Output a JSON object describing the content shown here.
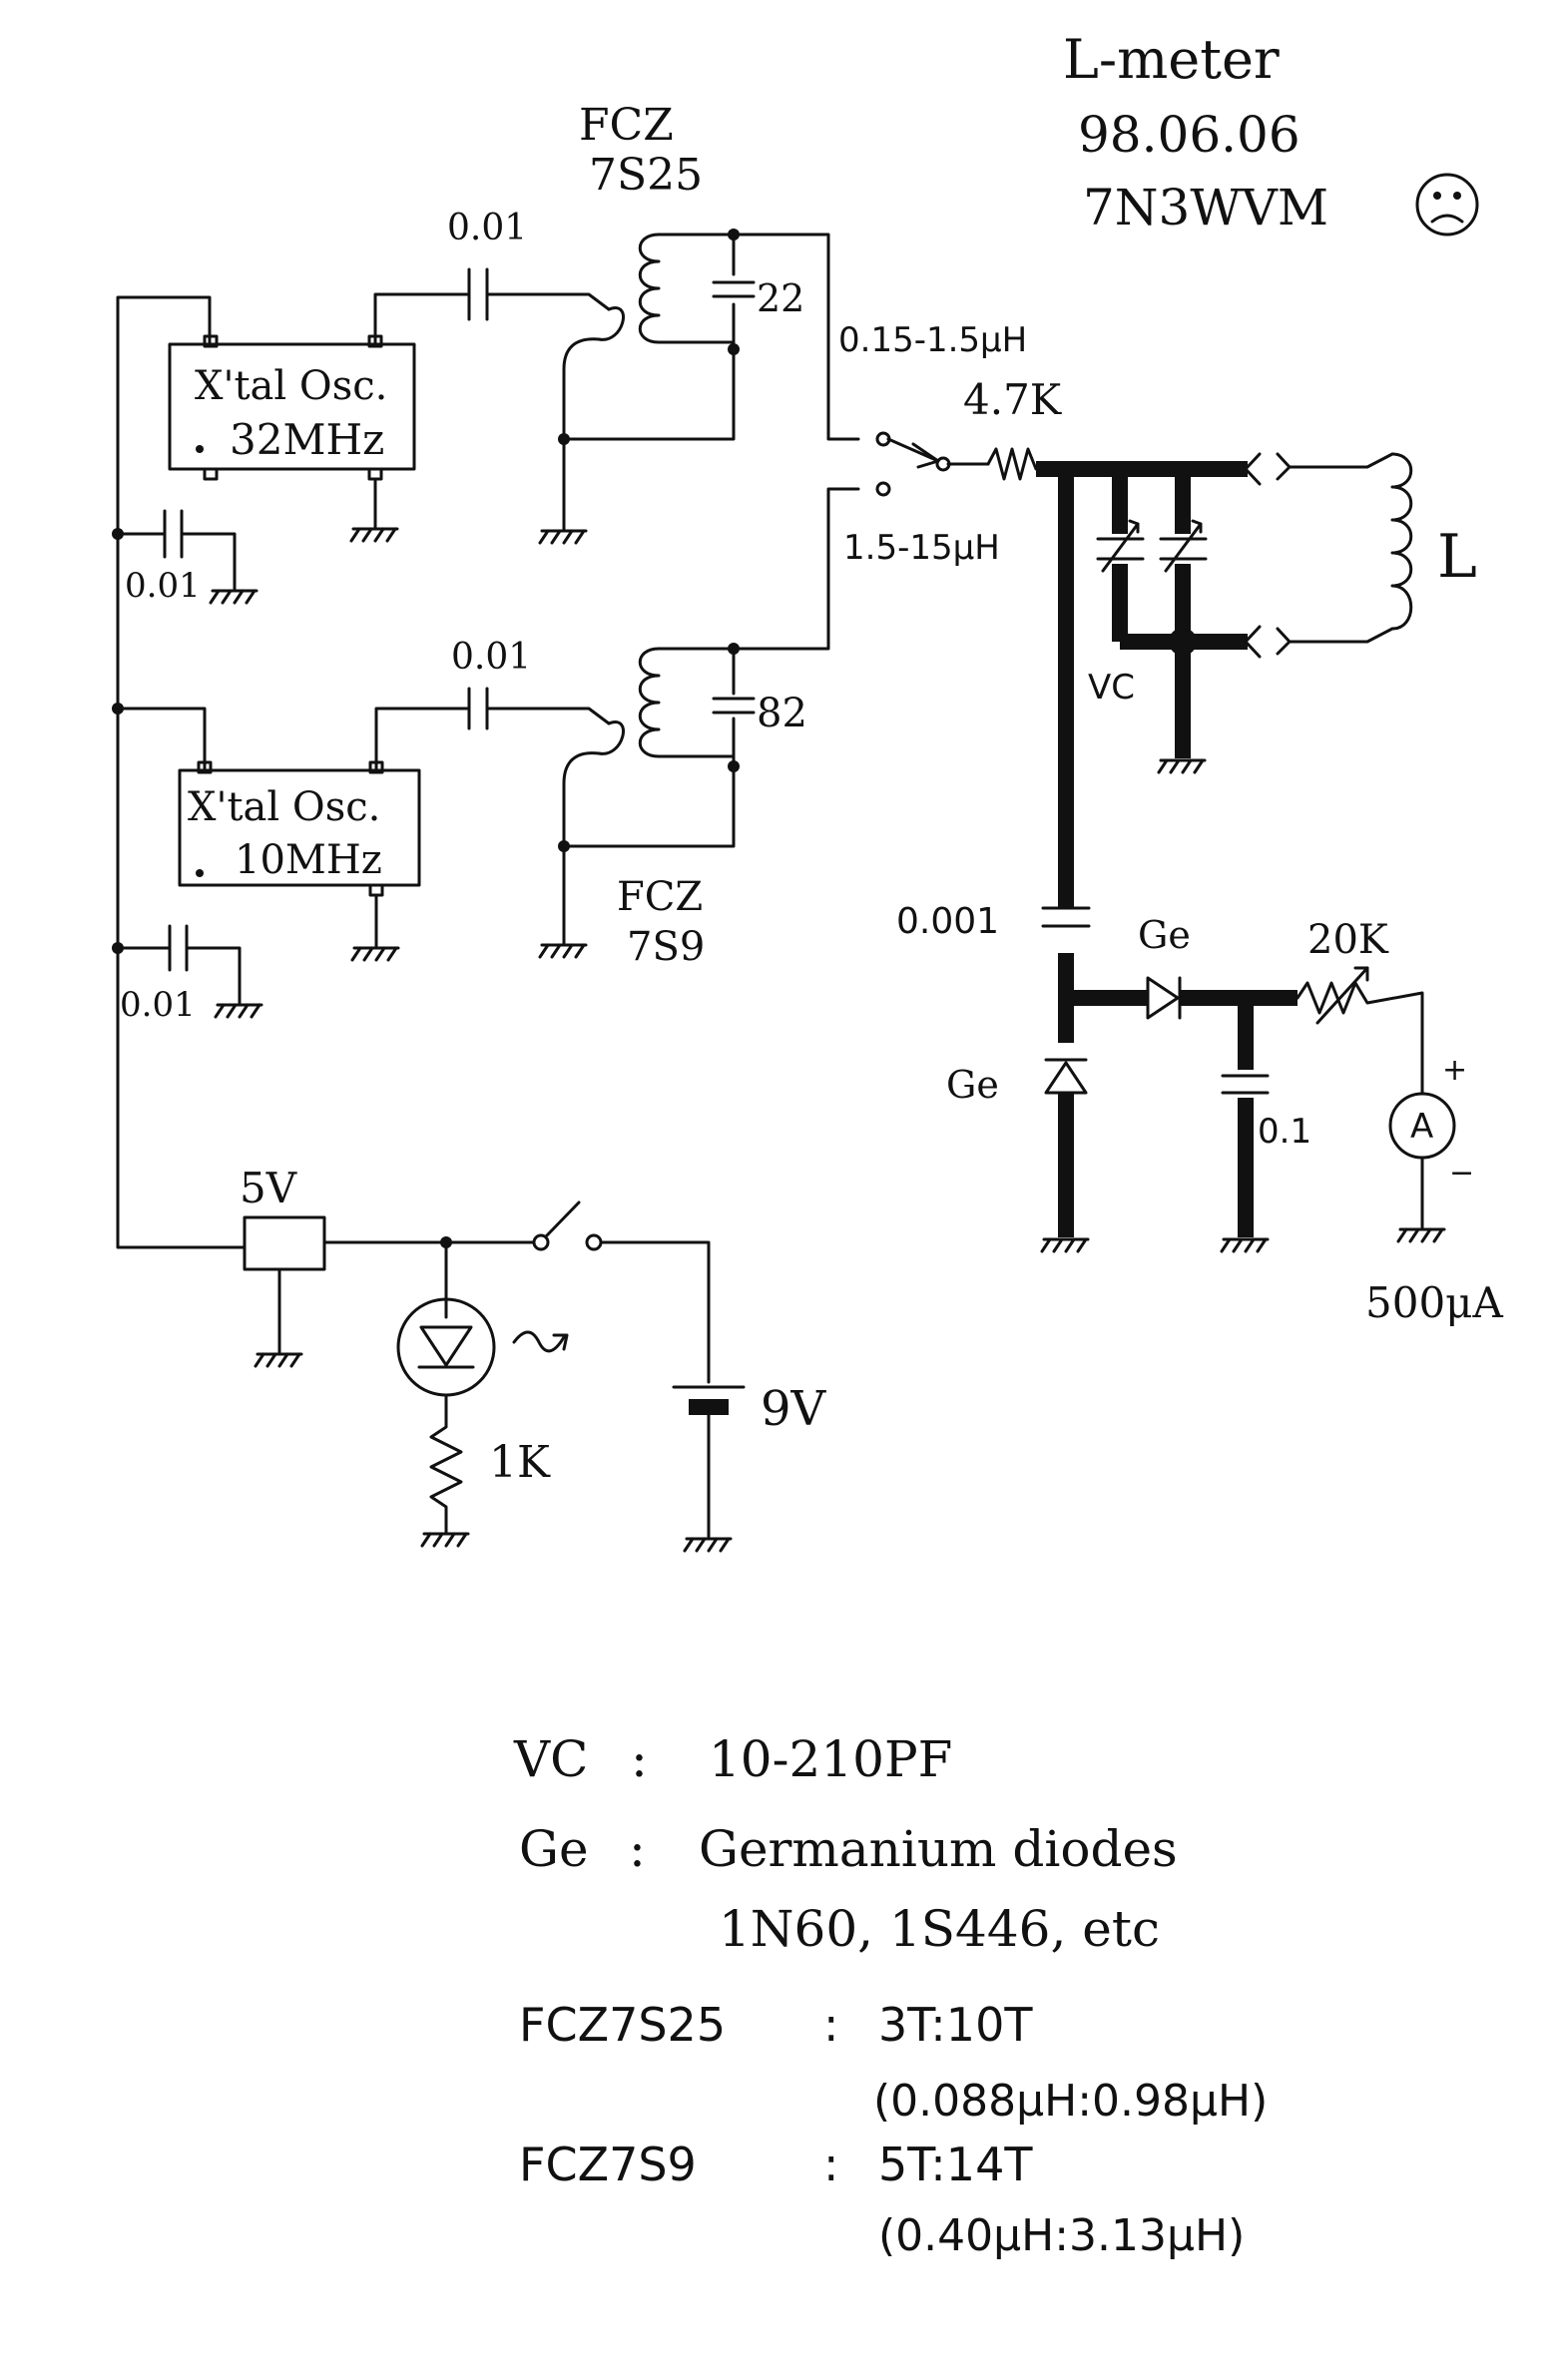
{
  "header": {
    "title": "L-meter",
    "date": "98.06.06",
    "callsign": "7N3WVM",
    "face_icon": "sad-face-icon"
  },
  "osc1": {
    "label": "X'tal Osc.",
    "freq": "32MHz",
    "coupling_cap": "0.01",
    "bypass_cap": "0.01"
  },
  "osc2": {
    "label": "X'tal Osc.",
    "freq": "10MHz",
    "coupling_cap": "0.01",
    "bypass_cap": "0.01"
  },
  "coil1": {
    "name": "FCZ",
    "model": "7S25",
    "cap": "22"
  },
  "coil2": {
    "name": "FCZ",
    "model": "7S9",
    "cap": "82"
  },
  "switch": {
    "range_high": "0.15-1.5μH",
    "range_low": "1.5-15μH"
  },
  "resistor_series": "4.7K",
  "inductor_label": "L",
  "vc_label": "VC",
  "detector": {
    "cap_coupling": "0.001",
    "diode_shunt": "Ge",
    "diode_series": "Ge",
    "cap_filter": "0.1",
    "vr": "20K",
    "meter_symbol": "A",
    "meter_plus": "+",
    "meter_minus": "−",
    "meter_range": "500μA"
  },
  "power": {
    "regulator": "5V",
    "led_resistor": "1K",
    "battery": "9V"
  },
  "notes": [
    {
      "key": "VC",
      "sep": ":",
      "value": "10-210PF"
    },
    {
      "key": "Ge",
      "sep": ":",
      "value": "Germanium diodes"
    },
    {
      "key": "",
      "sep": "",
      "value": "1N60, 1S446, etc"
    },
    {
      "key": "FCZ7S25",
      "sep": ":",
      "value": "3T:10T"
    },
    {
      "key": "",
      "sep": "",
      "value": "(0.088μH:0.98μH)"
    },
    {
      "key": "FCZ7S9",
      "sep": ":",
      "value": "5T:14T"
    },
    {
      "key": "",
      "sep": "",
      "value": "(0.40μH:3.13μH)"
    }
  ]
}
